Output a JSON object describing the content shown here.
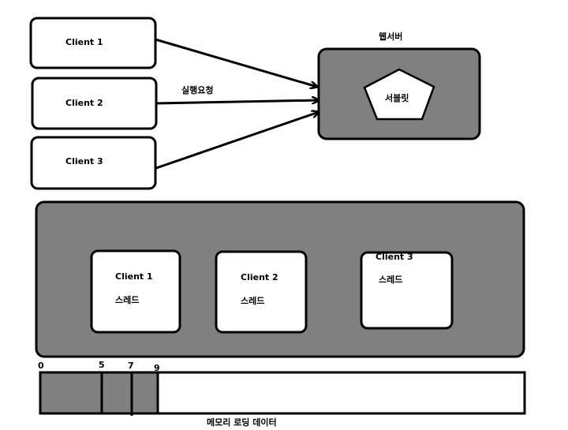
{
  "clients": [
    {
      "label": "Client 1"
    },
    {
      "label": "Client 2"
    },
    {
      "label": "Client 3"
    }
  ],
  "request_label": "실행요청",
  "web_server": {
    "title": "웹서버",
    "servlet_label": "서블릿"
  },
  "threads": [
    {
      "client": "Client 1",
      "label": "스레드"
    },
    {
      "client": "Client 2",
      "label": "스레드"
    },
    {
      "client": "Client 3",
      "label": "스레드"
    }
  ],
  "memory": {
    "ticks": [
      "0",
      "5",
      "7",
      "9"
    ],
    "caption": "메모리 로딩 데이터"
  },
  "colors": {
    "fill_gray": "#808080",
    "stroke": "#000000",
    "box": "#ffffff"
  }
}
